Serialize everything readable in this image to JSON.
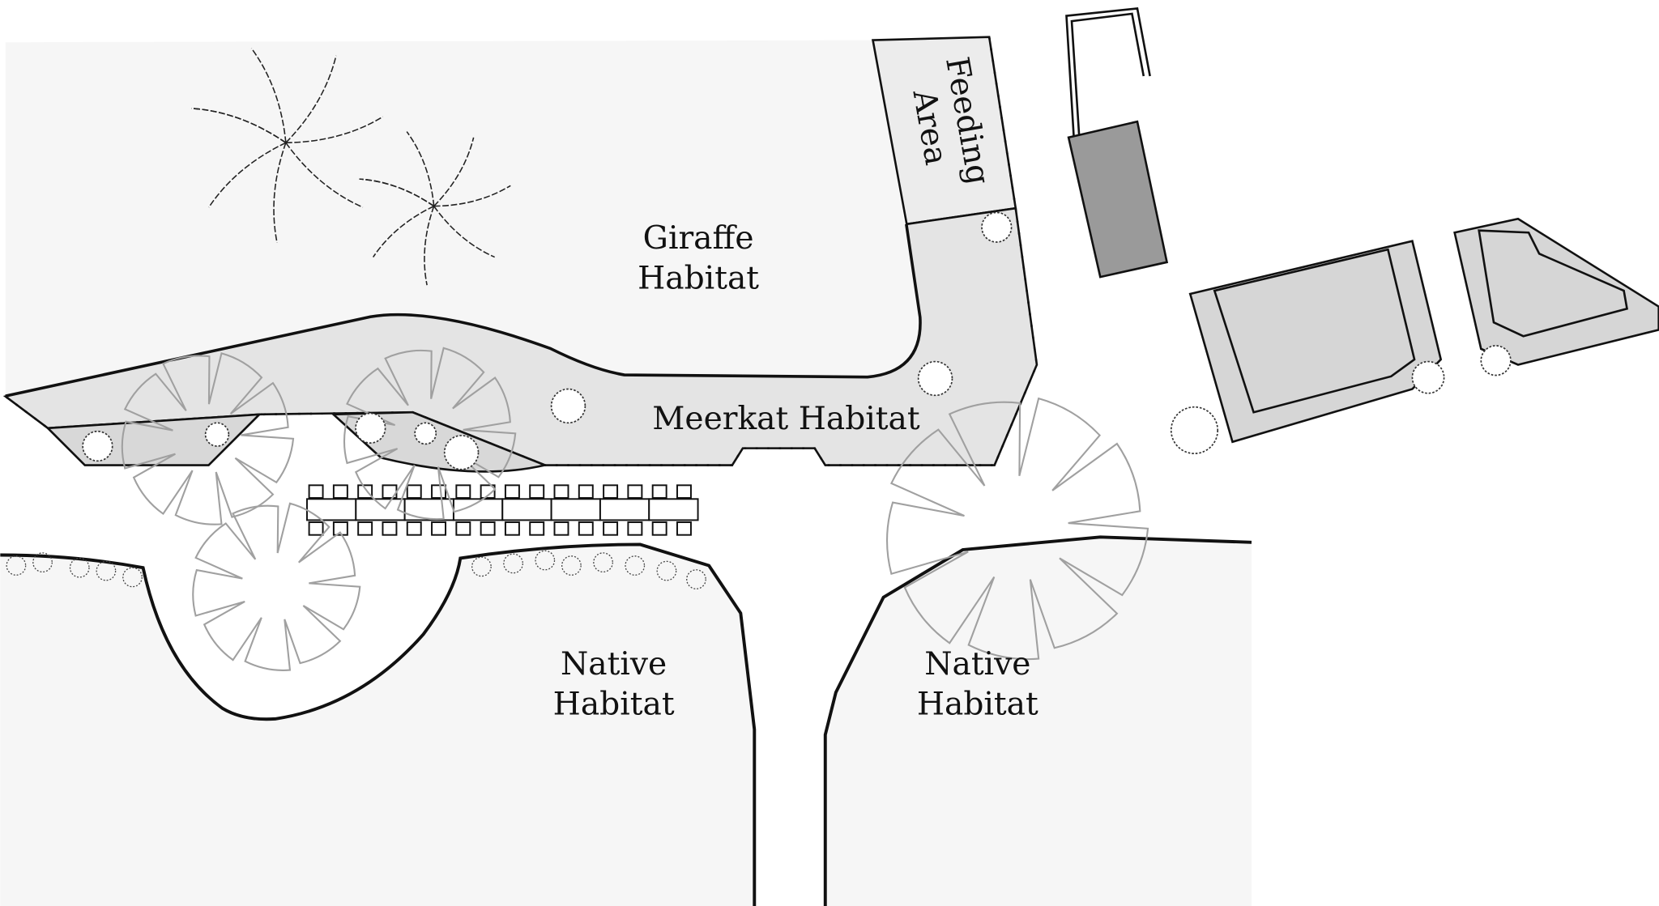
{
  "labels": {
    "giraffe_1": "Giraffe",
    "giraffe_2": "Habitat",
    "feeding_1": "Feeding",
    "feeding_2": "Area",
    "meerkat": "Meerkat Habitat",
    "native_left_1": "Native",
    "native_left_2": "Habitat",
    "native_right_1": "Native",
    "native_right_2": "Habitat"
  },
  "colors": {
    "habitat_fill": "#f6f6f6",
    "meerkat_fill": "#e4e4e4",
    "building_fill": "#d6d6d6",
    "dark_block": "#9a9a9a",
    "tree_outline": "#a0a0a0",
    "stroke": "#111111"
  }
}
